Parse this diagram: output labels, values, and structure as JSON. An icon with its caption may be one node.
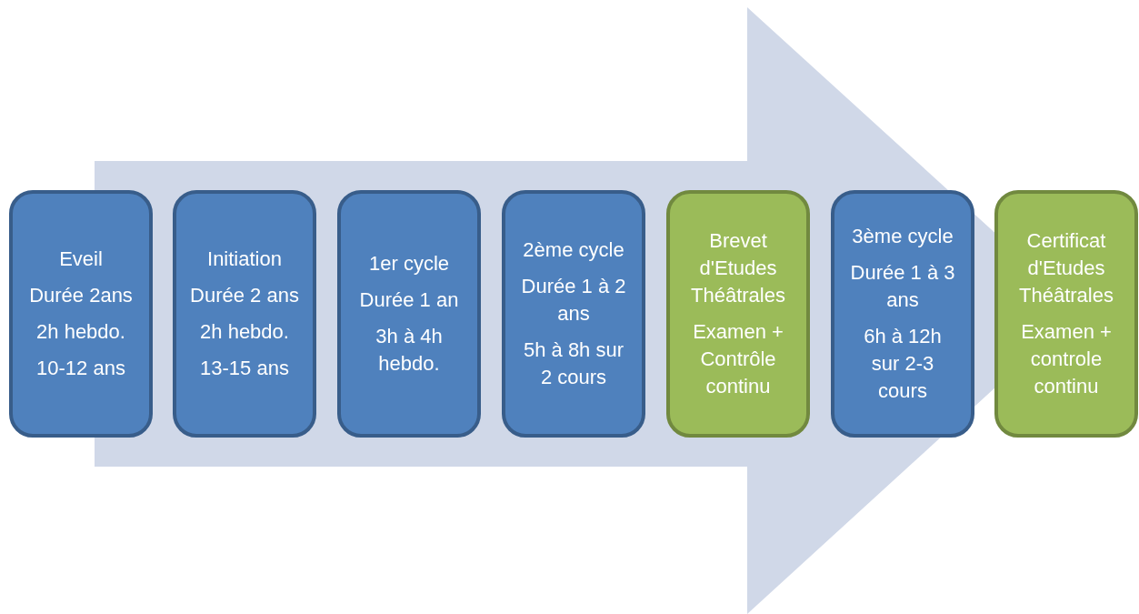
{
  "diagram": {
    "nodes": [
      {
        "text": [
          "Eveil",
          "Durée 2ans",
          "2h hebdo.",
          "10-12 ans"
        ]
      },
      {
        "text": [
          "Initiation",
          "Durée 2 ans",
          "2h hebdo.",
          "13-15 ans"
        ]
      },
      {
        "text": [
          "1er cycle",
          "Durée 1 an",
          "3h à 4h hebdo."
        ]
      },
      {
        "text": [
          "2ème cycle",
          "Durée 1 à 2 ans",
          "5h à 8h sur 2 cours"
        ]
      },
      {
        "text": [
          "Brevet d'Etudes Théâtrales",
          "Examen + Contrôle continu"
        ]
      },
      {
        "text": [
          "3ème cycle",
          "Durée 1 à 3 ans",
          "6h à 12h sur 2-3 cours"
        ]
      },
      {
        "text": [
          "Certificat d'Etudes Théâtrales",
          "Examen + controle continu"
        ]
      }
    ],
    "edges": [
      {
        "from": 0,
        "to": 6,
        "arrow": "to"
      }
    ]
  }
}
